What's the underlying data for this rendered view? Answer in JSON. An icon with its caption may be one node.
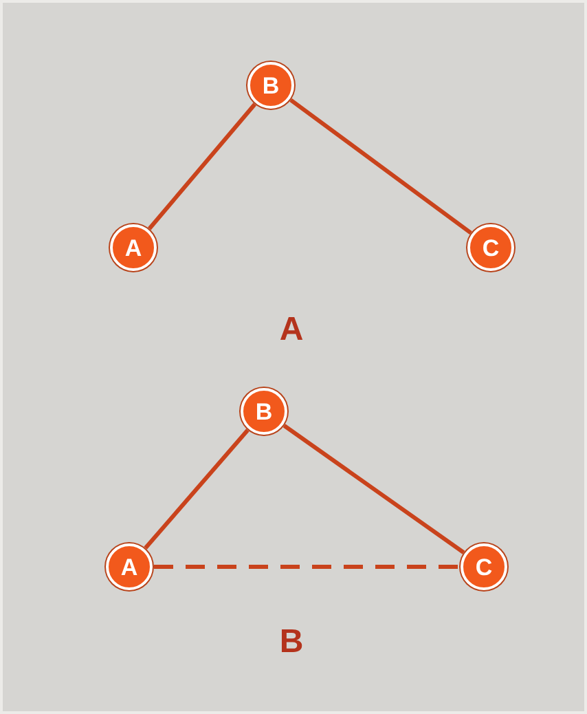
{
  "diagram": {
    "nodes": [
      {
        "text": [
          "B"
        ]
      },
      {
        "text": [
          "A"
        ]
      },
      {
        "text": [
          "C"
        ]
      },
      {
        "text": [
          "B"
        ]
      },
      {
        "text": [
          "A"
        ]
      },
      {
        "text": [
          "C"
        ]
      }
    ],
    "edges": [
      {
        "from": 1,
        "to": 0,
        "arrow": "none"
      },
      {
        "from": 0,
        "to": 2,
        "arrow": "none"
      },
      {
        "from": 4,
        "to": 3,
        "arrow": "none"
      },
      {
        "from": 3,
        "to": 5,
        "arrow": "none"
      },
      {
        "from": 4,
        "to": 5,
        "arrow": "none",
        "style": "dashed"
      }
    ],
    "labels": [
      "A",
      "B"
    ]
  }
}
